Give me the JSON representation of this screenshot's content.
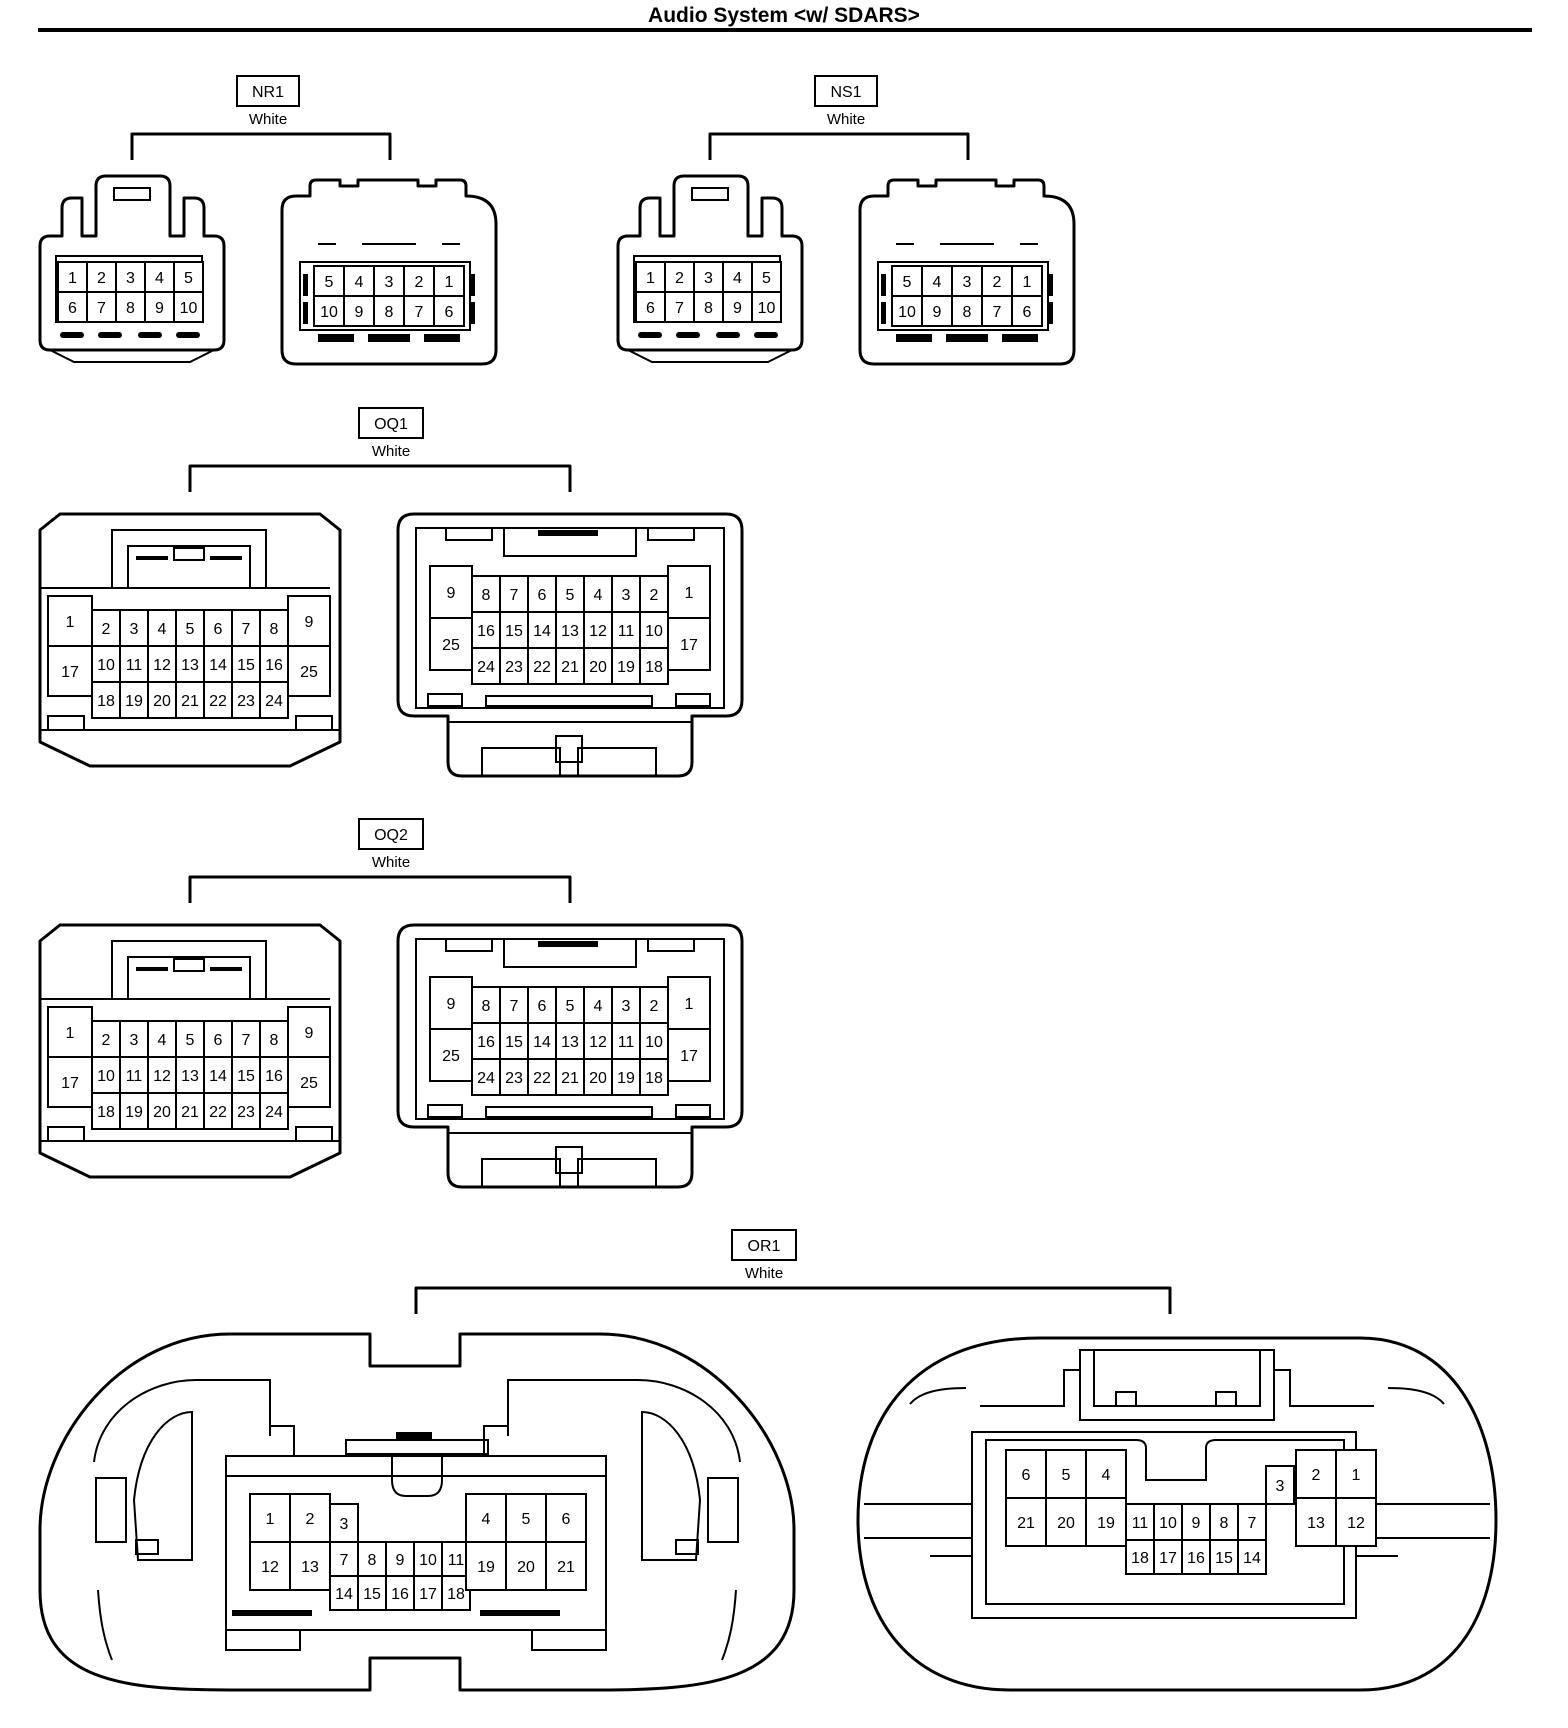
{
  "title": "Audio System <w/ SDARS>",
  "connectors": [
    {
      "id": "NR1",
      "color": "White",
      "left_pins": {
        "row1": [
          "1",
          "2",
          "3",
          "4",
          "5"
        ],
        "row2": [
          "6",
          "7",
          "8",
          "9",
          "10"
        ]
      },
      "right_pins": {
        "row1": [
          "5",
          "4",
          "3",
          "2",
          "1"
        ],
        "row2": [
          "10",
          "9",
          "8",
          "7",
          "6"
        ]
      }
    },
    {
      "id": "NS1",
      "color": "White",
      "left_pins": {
        "row1": [
          "1",
          "2",
          "3",
          "4",
          "5"
        ],
        "row2": [
          "6",
          "7",
          "8",
          "9",
          "10"
        ]
      },
      "right_pins": {
        "row1": [
          "5",
          "4",
          "3",
          "2",
          "1"
        ],
        "row2": [
          "10",
          "9",
          "8",
          "7",
          "6"
        ]
      }
    },
    {
      "id": "OQ1",
      "color": "White",
      "left_pins": {
        "side_left": [
          "1",
          "17"
        ],
        "row1": [
          "2",
          "3",
          "4",
          "5",
          "6",
          "7",
          "8"
        ],
        "row2": [
          "10",
          "11",
          "12",
          "13",
          "14",
          "15",
          "16"
        ],
        "row3": [
          "18",
          "19",
          "20",
          "21",
          "22",
          "23",
          "24"
        ],
        "side_right": [
          "9",
          "25"
        ]
      },
      "right_pins": {
        "side_left": [
          "9",
          "25"
        ],
        "row1": [
          "8",
          "7",
          "6",
          "5",
          "4",
          "3",
          "2"
        ],
        "row2": [
          "16",
          "15",
          "14",
          "13",
          "12",
          "11",
          "10"
        ],
        "row3": [
          "24",
          "23",
          "22",
          "21",
          "20",
          "19",
          "18"
        ],
        "side_right": [
          "1",
          "17"
        ]
      }
    },
    {
      "id": "OQ2",
      "color": "White",
      "left_pins": {
        "side_left": [
          "1",
          "17"
        ],
        "row1": [
          "2",
          "3",
          "4",
          "5",
          "6",
          "7",
          "8"
        ],
        "row2": [
          "10",
          "11",
          "12",
          "13",
          "14",
          "15",
          "16"
        ],
        "row3": [
          "18",
          "19",
          "20",
          "21",
          "22",
          "23",
          "24"
        ],
        "side_right": [
          "9",
          "25"
        ]
      },
      "right_pins": {
        "side_left": [
          "9",
          "25"
        ],
        "row1": [
          "8",
          "7",
          "6",
          "5",
          "4",
          "3",
          "2"
        ],
        "row2": [
          "16",
          "15",
          "14",
          "13",
          "12",
          "11",
          "10"
        ],
        "row3": [
          "24",
          "23",
          "22",
          "21",
          "20",
          "19",
          "18"
        ],
        "side_right": [
          "1",
          "17"
        ]
      }
    },
    {
      "id": "OR1",
      "color": "White",
      "left_pins": {
        "left_block": {
          "row1": [
            "1",
            "2"
          ],
          "row2": [
            "12",
            "13"
          ]
        },
        "center_top": [
          "3"
        ],
        "center_row2": [
          "7",
          "8",
          "9",
          "10",
          "11"
        ],
        "center_row3": [
          "14",
          "15",
          "16",
          "17",
          "18"
        ],
        "right_block": {
          "row1": [
            "4",
            "5",
            "6"
          ],
          "row2": [
            "19",
            "20",
            "21"
          ]
        }
      },
      "right_pins": {
        "left_block": {
          "row1": [
            "6",
            "5",
            "4"
          ],
          "row2": [
            "21",
            "20",
            "19"
          ]
        },
        "center_row2": [
          "11",
          "10",
          "9",
          "8",
          "7"
        ],
        "center_row3": [
          "18",
          "17",
          "16",
          "15",
          "14"
        ],
        "center_top": [
          "3"
        ],
        "right_block": {
          "row1": [
            "2",
            "1"
          ],
          "row2": [
            "13",
            "12"
          ]
        }
      }
    }
  ]
}
